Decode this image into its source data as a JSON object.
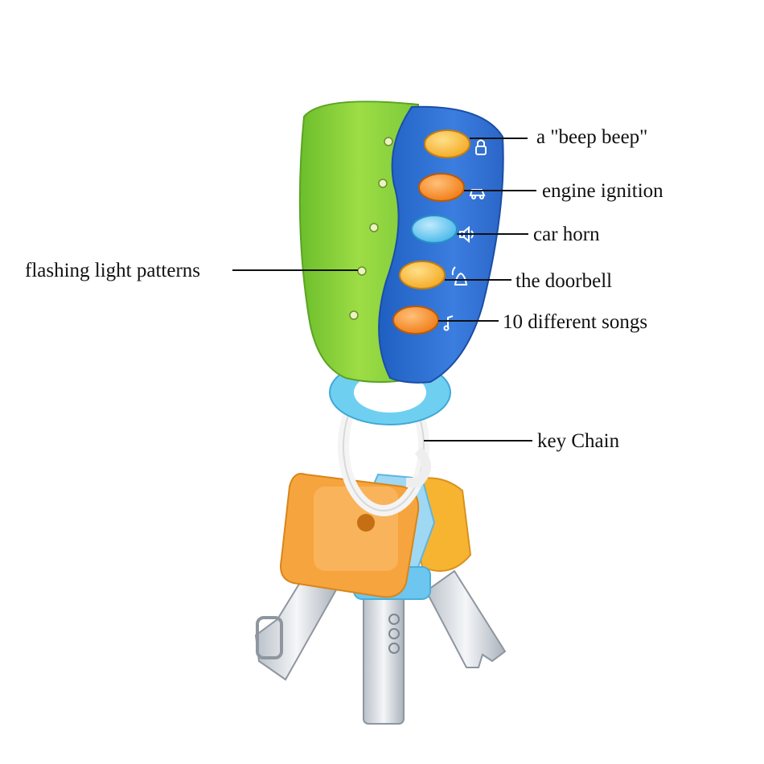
{
  "labels": {
    "beep": "a \"beep beep\"",
    "engine": "engine ignition",
    "horn": "car horn",
    "doorbell": "the doorbell",
    "songs": "10 different songs",
    "keychain": "key Chain",
    "flashing": "flashing light patterns"
  },
  "icons": [
    "lock-icon",
    "car-icon",
    "speaker-icon",
    "bell-icon",
    "music-note-icon"
  ],
  "colors": {
    "green_body": "#8fd23a",
    "blue_panel": "#2f6fd0",
    "orange_button": "#f78a1e",
    "yellow_button": "#f7b733",
    "light_blue_button": "#5ec3ee",
    "ring_cyan": "#6fcff0",
    "key_orange": "#f6a43d",
    "key_silver": "#d8dde3",
    "line": "#111111"
  }
}
